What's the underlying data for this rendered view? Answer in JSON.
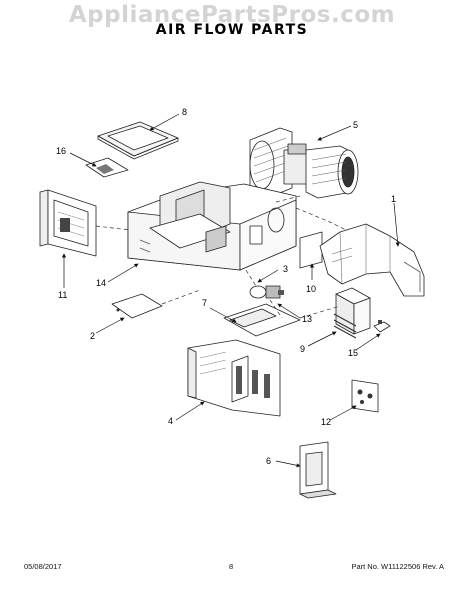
{
  "watermark": "AppliancePartsPros.com",
  "title": "AIR FLOW PARTS",
  "footer": {
    "date": "05/08/2017",
    "page": "8",
    "part": "Part No. W11122506  Rev. A"
  },
  "callouts": {
    "c1": "1",
    "c2": "2",
    "c3": "3",
    "c4": "4",
    "c5": "5",
    "c6": "6",
    "c7": "7",
    "c8": "8",
    "c9": "9",
    "c10": "10",
    "c11": "11",
    "c12": "12",
    "c13": "13",
    "c14": "14",
    "c15": "15",
    "c16": "16"
  }
}
